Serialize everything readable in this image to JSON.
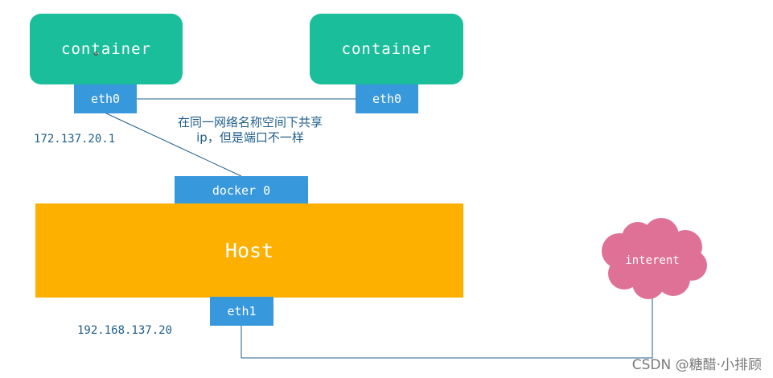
{
  "nodes": {
    "container_left": "container",
    "container_right": "container",
    "eth0_left": "eth0",
    "eth0_right": "eth0",
    "docker0": "docker 0",
    "host": "Host",
    "eth1": "eth1",
    "cloud": "interent"
  },
  "labels": {
    "ip_container": "172.137.20.1",
    "ip_host": "192.168.137.20",
    "note_line1": "在同一网络名称空间下共享",
    "note_line2": "ip，但是端口不一样"
  },
  "watermark": "CSDN @糖醋·小排顾",
  "colors": {
    "container": "#1bbe9a",
    "port": "#3898dc",
    "host": "#fdb000",
    "cloud": "#df7196",
    "line": "#1f5e8c"
  }
}
